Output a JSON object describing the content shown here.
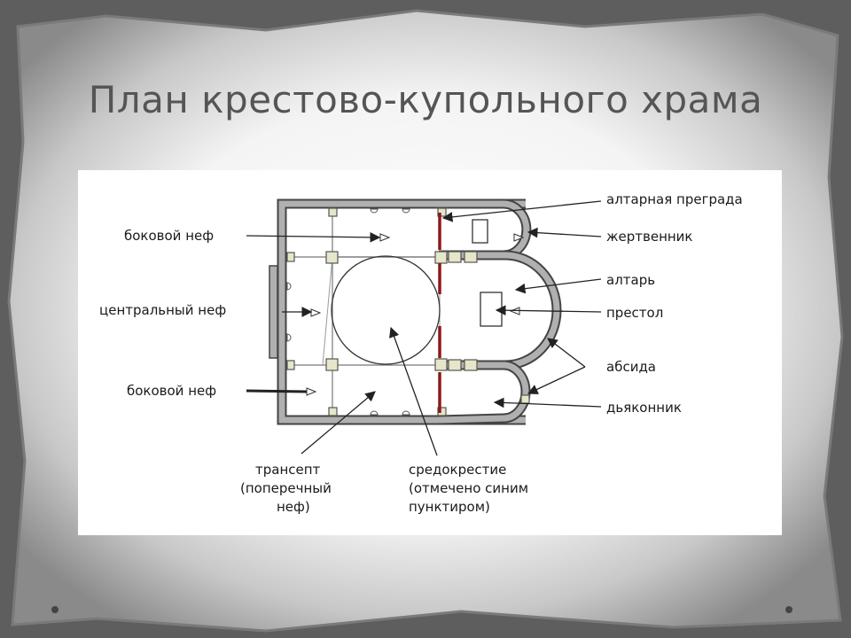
{
  "slide": {
    "title": "План крестово-купольного храма"
  },
  "diagram": {
    "labels": {
      "altar_screen": "алтарная преграда",
      "prothesis": "жертвенник",
      "altar": "алтарь",
      "throne": "престол",
      "apse": "абсида",
      "diaconicon": "дьяконник",
      "side_nave_top": "боковой неф",
      "central_nave": "центральный неф",
      "side_nave_bottom": "боковой неф",
      "transept_1": "трансепт",
      "transept_2": "(поперечный",
      "transept_3": "неф)",
      "crossing_1": "средокрестие",
      "crossing_2": "(отмечено синим",
      "crossing_3": "пунктиром)"
    },
    "colors": {
      "wall": "#b0b0b0",
      "wall_edge": "#444444",
      "screen": "#8b1a1a",
      "pillar": "#e6e6c8"
    }
  }
}
